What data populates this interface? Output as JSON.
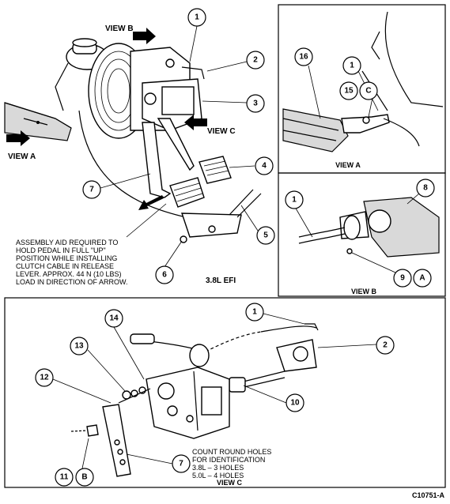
{
  "views": {
    "view_a": "VIEW A",
    "view_b": "VIEW B",
    "view_c": "VIEW C",
    "main_view_a": "VIEW A",
    "main_view_b": "VIEW B",
    "main_view_c": "VIEW C",
    "engine": "3.8L EFI"
  },
  "note": {
    "lines": [
      "ASSEMBLY AID REQUIRED TO",
      "HOLD PEDAL IN FULL \"UP\"",
      "POSITION WHILE INSTALLING",
      "CLUTCH CABLE IN RELEASE",
      "LEVER. APPROX. 44 N (10 LBS)",
      "LOAD IN DIRECTION OF ARROW."
    ]
  },
  "count_note": {
    "lines": [
      "COUNT ROUND HOLES",
      "FOR IDENTIFICATION",
      "3.8L – 3 HOLES",
      "5.0L – 4 HOLES"
    ]
  },
  "callouts": {
    "c1a": "1",
    "c2a": "2",
    "c3": "3",
    "c4": "4",
    "c5": "5",
    "c6": "6",
    "c7a": "7",
    "c16": "16",
    "c1b": "1",
    "c15": "15",
    "cC": "C",
    "c1c": "1",
    "c8": "8",
    "c9": "9",
    "cA": "A",
    "c1d": "1",
    "c2b": "2",
    "c14": "14",
    "c13": "13",
    "c12": "12",
    "c10": "10",
    "c7b": "7",
    "c11": "11",
    "cB": "B"
  },
  "figure_id": "C10751-A"
}
